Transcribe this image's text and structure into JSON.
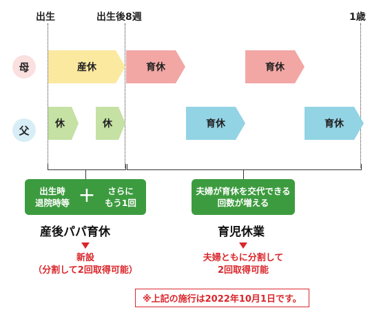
{
  "timeline": {
    "birth": "出生",
    "eight_weeks": "出生後8週",
    "one_year": "1歳"
  },
  "rows": {
    "mother": "母",
    "father": "父"
  },
  "blocks": {
    "maternity": "産休",
    "mother_leave_1": "育休",
    "mother_leave_2": "育休",
    "father_rest_1": "休",
    "father_rest_2": "休",
    "father_leave_1": "育休",
    "father_leave_2": "育休"
  },
  "left_box": {
    "line1": "出生時",
    "line2": "退院時等",
    "plus": "+",
    "line3": "さらに",
    "line4": "もう1回"
  },
  "right_box": {
    "line1": "夫婦が育休を交代できる",
    "line2": "回数が増える"
  },
  "headings": {
    "left": "産後パパ育休",
    "right": "育児休業"
  },
  "notes": {
    "left_line1": "新設",
    "left_line2": "（分割して2回取得可能）",
    "right_line1": "夫婦ともに分割して",
    "right_line2": "2回取得可能"
  },
  "footnote": "※上記の施行は2022年10月1日です。",
  "colors": {
    "maternity": "#fbe9a0",
    "mother_leave": "#f2a7a5",
    "father_rest": "#c5e1a3",
    "father_leave": "#92d3e4",
    "box_green": "#3d9b3f",
    "accent_red": "#d9262b"
  }
}
